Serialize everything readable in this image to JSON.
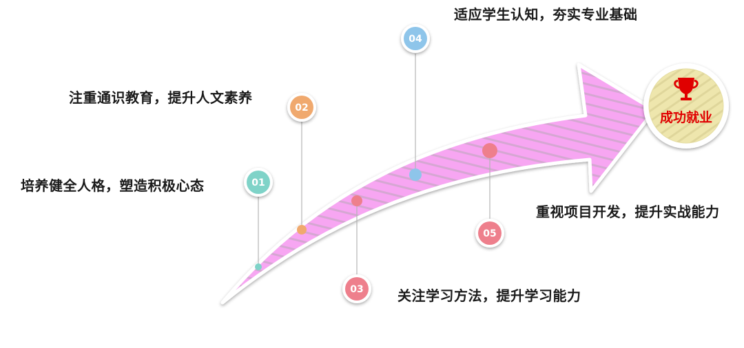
{
  "goal": {
    "label": "成功就业",
    "icon": "trophy-icon",
    "color": "#e00000"
  },
  "steps": [
    {
      "num": "01",
      "text": "培养健全人格，塑造积极心态",
      "color": "#7fd3c8"
    },
    {
      "num": "02",
      "text": "注重通识教育，提升人文素养",
      "color": "#f0a96e"
    },
    {
      "num": "03",
      "text": "关注学习方法，提升学习能力",
      "color": "#ee7f8c"
    },
    {
      "num": "04",
      "text": "适应学生认知，夯实专业基础",
      "color": "#8ec5ea"
    },
    {
      "num": "05",
      "text": "重视项目开发，提升实战能力",
      "color": "#ee7f8c"
    }
  ],
  "colors": {
    "arrow_fill": "#f7a6f2",
    "arrow_stripe": "#b9a7b8",
    "goal_bg": "#eee6ad"
  }
}
